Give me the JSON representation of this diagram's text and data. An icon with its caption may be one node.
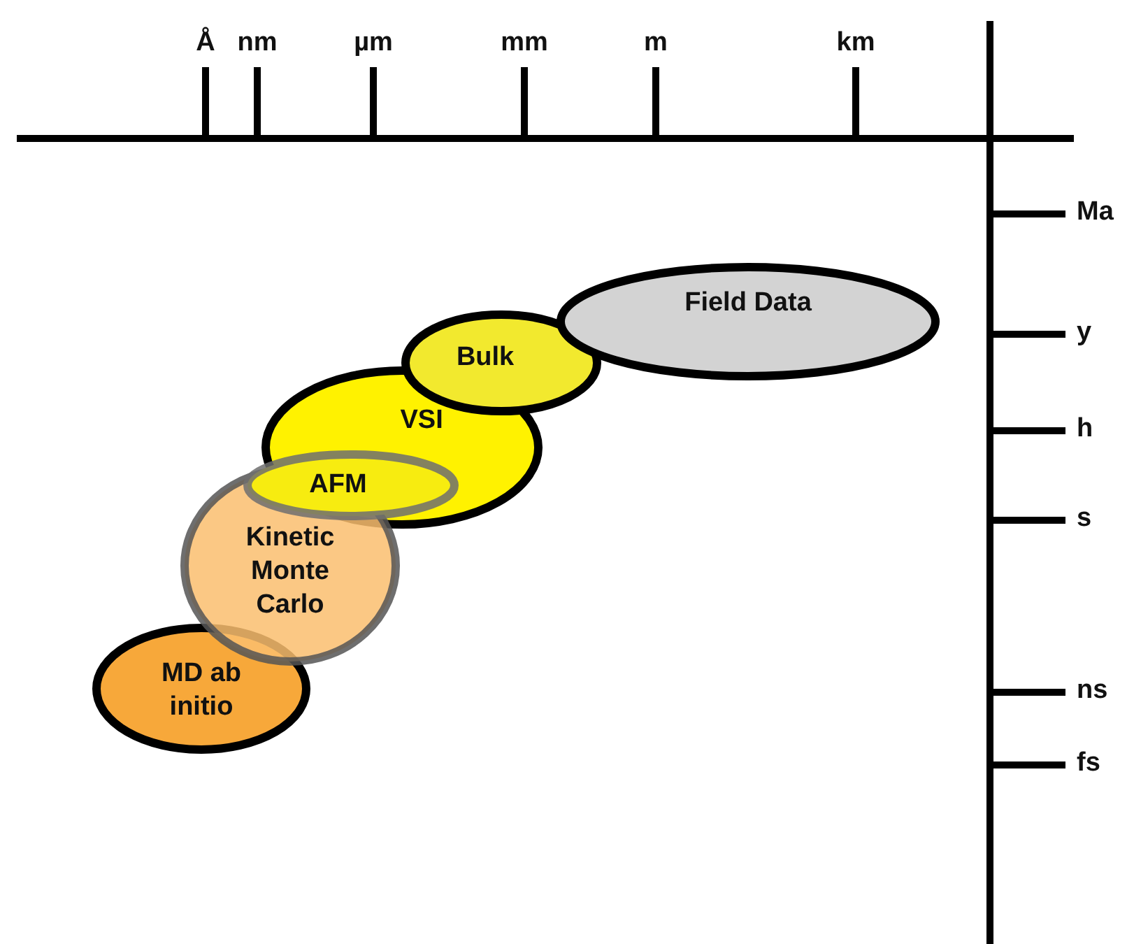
{
  "diagram": {
    "nodes": [
      {
        "text": [
          "Field Data"
        ]
      },
      {
        "text": [
          "Bulk"
        ]
      },
      {
        "text": [
          "VSI"
        ]
      },
      {
        "text": [
          "AFM"
        ]
      },
      {
        "text": [
          "Kinetic Monte Carlo"
        ]
      },
      {
        "text": [
          "MD ab initio"
        ]
      }
    ],
    "labels": [
      "Å",
      "nm",
      "µm",
      "mm",
      "m",
      "km",
      "Ma",
      "y",
      "h",
      "s",
      "ns",
      "fs"
    ]
  }
}
